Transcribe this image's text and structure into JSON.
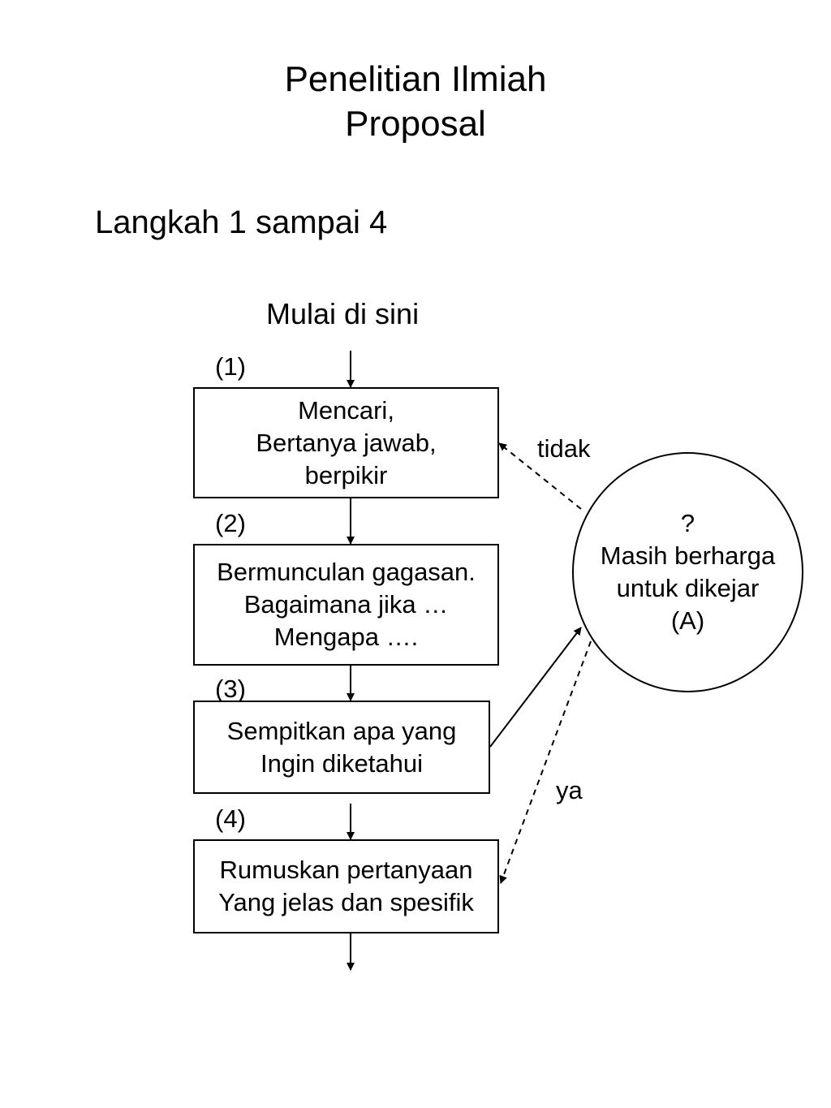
{
  "title": {
    "line1": "Penelitian Ilmiah",
    "line2": "Proposal"
  },
  "subtitle": "Langkah 1 sampai 4",
  "start_label": "Mulai di sini",
  "steps": [
    {
      "number": "(1)",
      "lines": [
        "Mencari,",
        "Bertanya jawab,",
        "berpikir"
      ]
    },
    {
      "number": "(2)",
      "lines": [
        "Bermunculan gagasan.",
        "Bagaimana jika …",
        "Mengapa …."
      ]
    },
    {
      "number": "(3)",
      "lines": [
        "Sempitkan apa yang",
        "Ingin diketahui"
      ]
    },
    {
      "number": "(4)",
      "lines": [
        "Rumuskan pertanyaan",
        "Yang jelas dan spesifik"
      ]
    }
  ],
  "decision": {
    "lines": [
      "?",
      "Masih berharga",
      "untuk dikejar",
      "(A)"
    ]
  },
  "edge_labels": {
    "no": "tidak",
    "yes": "ya"
  }
}
